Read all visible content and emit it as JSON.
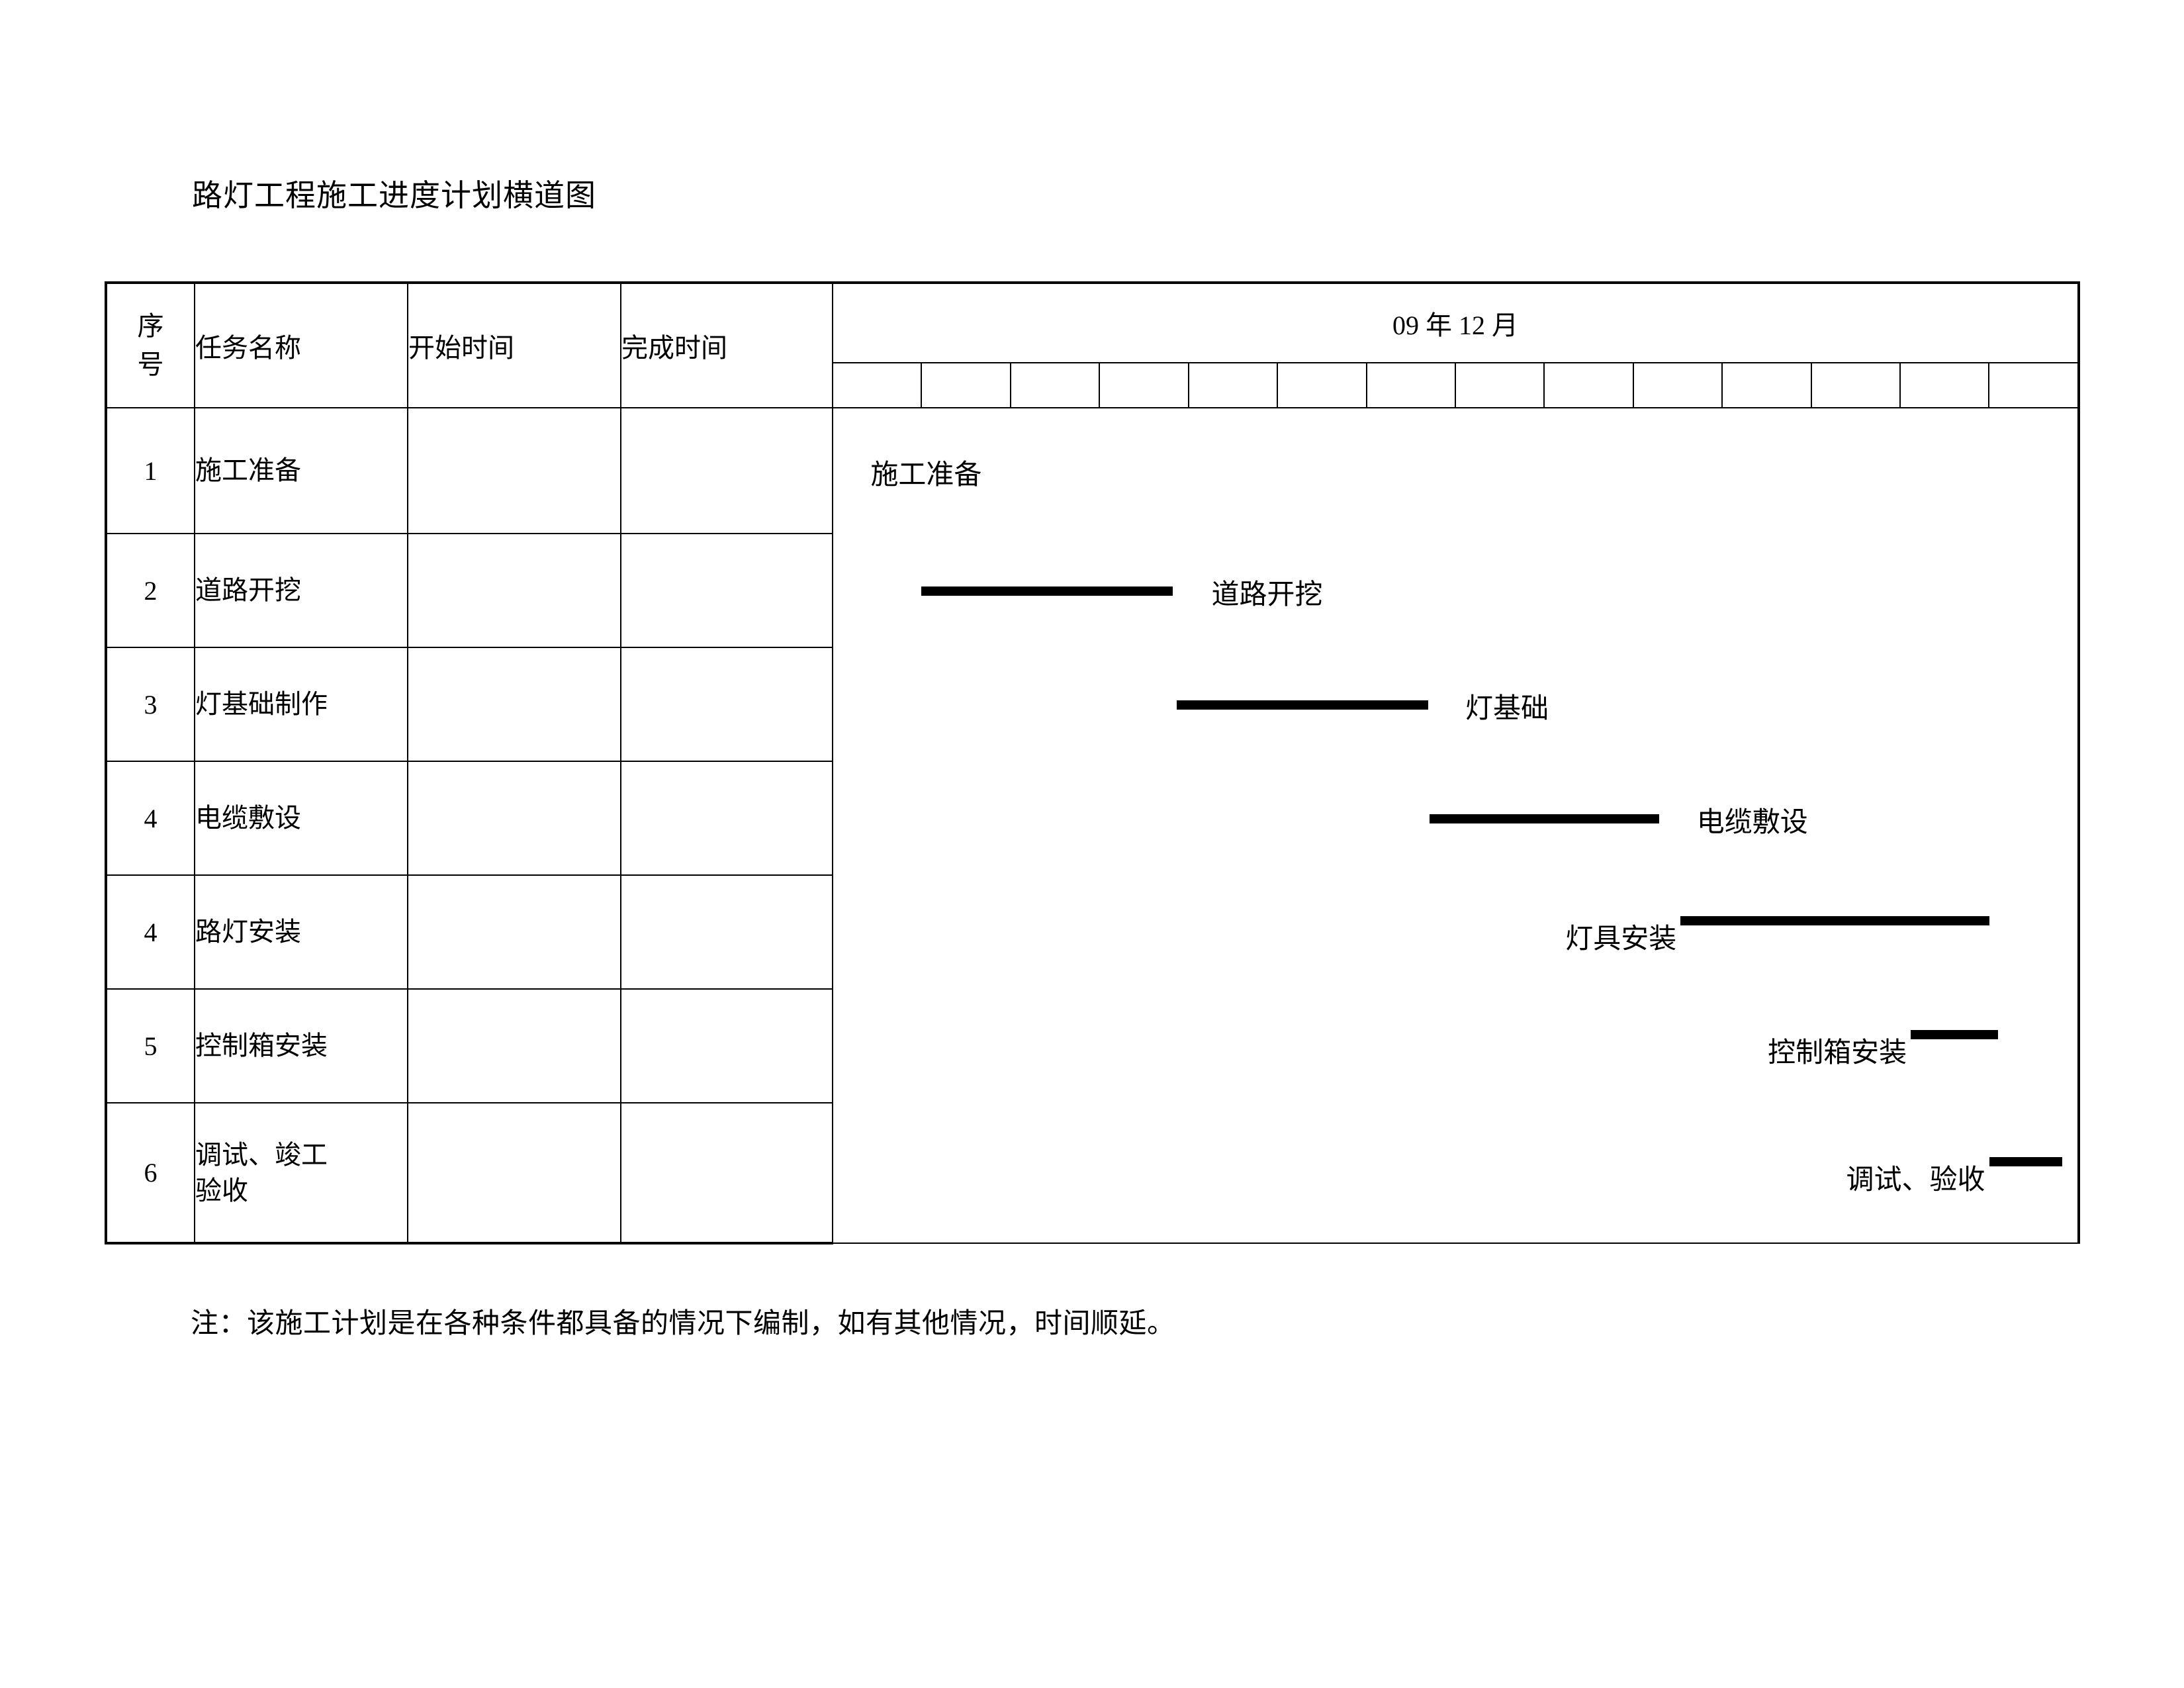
{
  "document": {
    "title": "路灯工程施工进度计划横道图",
    "footnote": "注：该施工计划是在各种条件都具备的情况下编制，如有其他情况，时间顺延。"
  },
  "table": {
    "headers": {
      "seq_line1": "序",
      "seq_line2": "号",
      "task_name": "任务名称",
      "start_time": "开始时间",
      "finish_time": "完成时间",
      "period": "09 年 12 月"
    },
    "timeline_tick_count": 14,
    "rows": [
      {
        "seq": "1",
        "name": "施工准备",
        "start": "",
        "finish": ""
      },
      {
        "seq": "2",
        "name": "道路开挖",
        "start": "",
        "finish": ""
      },
      {
        "seq": "3",
        "name": "灯基础制作",
        "start": "",
        "finish": ""
      },
      {
        "seq": "4",
        "name": "电缆敷设",
        "start": "",
        "finish": ""
      },
      {
        "seq": "4",
        "name": "路灯安装",
        "start": "",
        "finish": ""
      },
      {
        "seq": "5",
        "name": "控制箱安装",
        "start": "",
        "finish": ""
      },
      {
        "seq": "6",
        "name": "调试、竣工\n验收",
        "name_l1": "调试、竣工",
        "name_l2": "验收",
        "start": "",
        "finish": ""
      }
    ]
  },
  "chart_data": {
    "type": "bar",
    "title": "路灯工程施工进度计划横道图",
    "subtitle": "09 年 12 月",
    "xlabel": "",
    "ylabel": "",
    "orientation": "horizontal-gantt",
    "axis_ticks": 14,
    "categories": [
      "施工准备",
      "道路开挖",
      "灯基础制作",
      "电缆敷设",
      "路灯安装",
      "控制箱安装",
      "调试、竣工验收"
    ],
    "bars": [
      {
        "task": "施工准备",
        "label": "施工准备",
        "start_pct": 0.0,
        "end_pct": 0.0,
        "label_pct": 3.0,
        "label_side": "right",
        "has_bar": false
      },
      {
        "task": "道路开挖",
        "label": "道路开挖",
        "start_pct": 7.1,
        "end_pct": 27.3,
        "label_pct": 30.4,
        "label_side": "right",
        "has_bar": true
      },
      {
        "task": "灯基础制作",
        "label": "灯基础",
        "start_pct": 27.6,
        "end_pct": 47.8,
        "label_pct": 50.8,
        "label_side": "right",
        "has_bar": true
      },
      {
        "task": "电缆敷设",
        "label": "电缆敷设",
        "start_pct": 47.9,
        "end_pct": 66.4,
        "label_pct": 69.4,
        "label_side": "right",
        "has_bar": true
      },
      {
        "task": "路灯安装",
        "label": "灯具安装",
        "start_pct": 68.1,
        "end_pct": 92.9,
        "label_pct": 68.1,
        "label_side": "left",
        "has_bar": true
      },
      {
        "task": "控制箱安装",
        "label": "控制箱安装",
        "start_pct": 86.6,
        "end_pct": 93.6,
        "label_pct": 86.6,
        "label_side": "left",
        "has_bar": true
      },
      {
        "task": "调试、竣工验收",
        "label": "调试、验收",
        "start_pct": 92.9,
        "end_pct": 98.8,
        "label_pct": 92.9,
        "label_side": "left",
        "has_bar": true
      }
    ],
    "xlim": [
      0,
      100
    ],
    "grid": true,
    "legend": "none"
  }
}
